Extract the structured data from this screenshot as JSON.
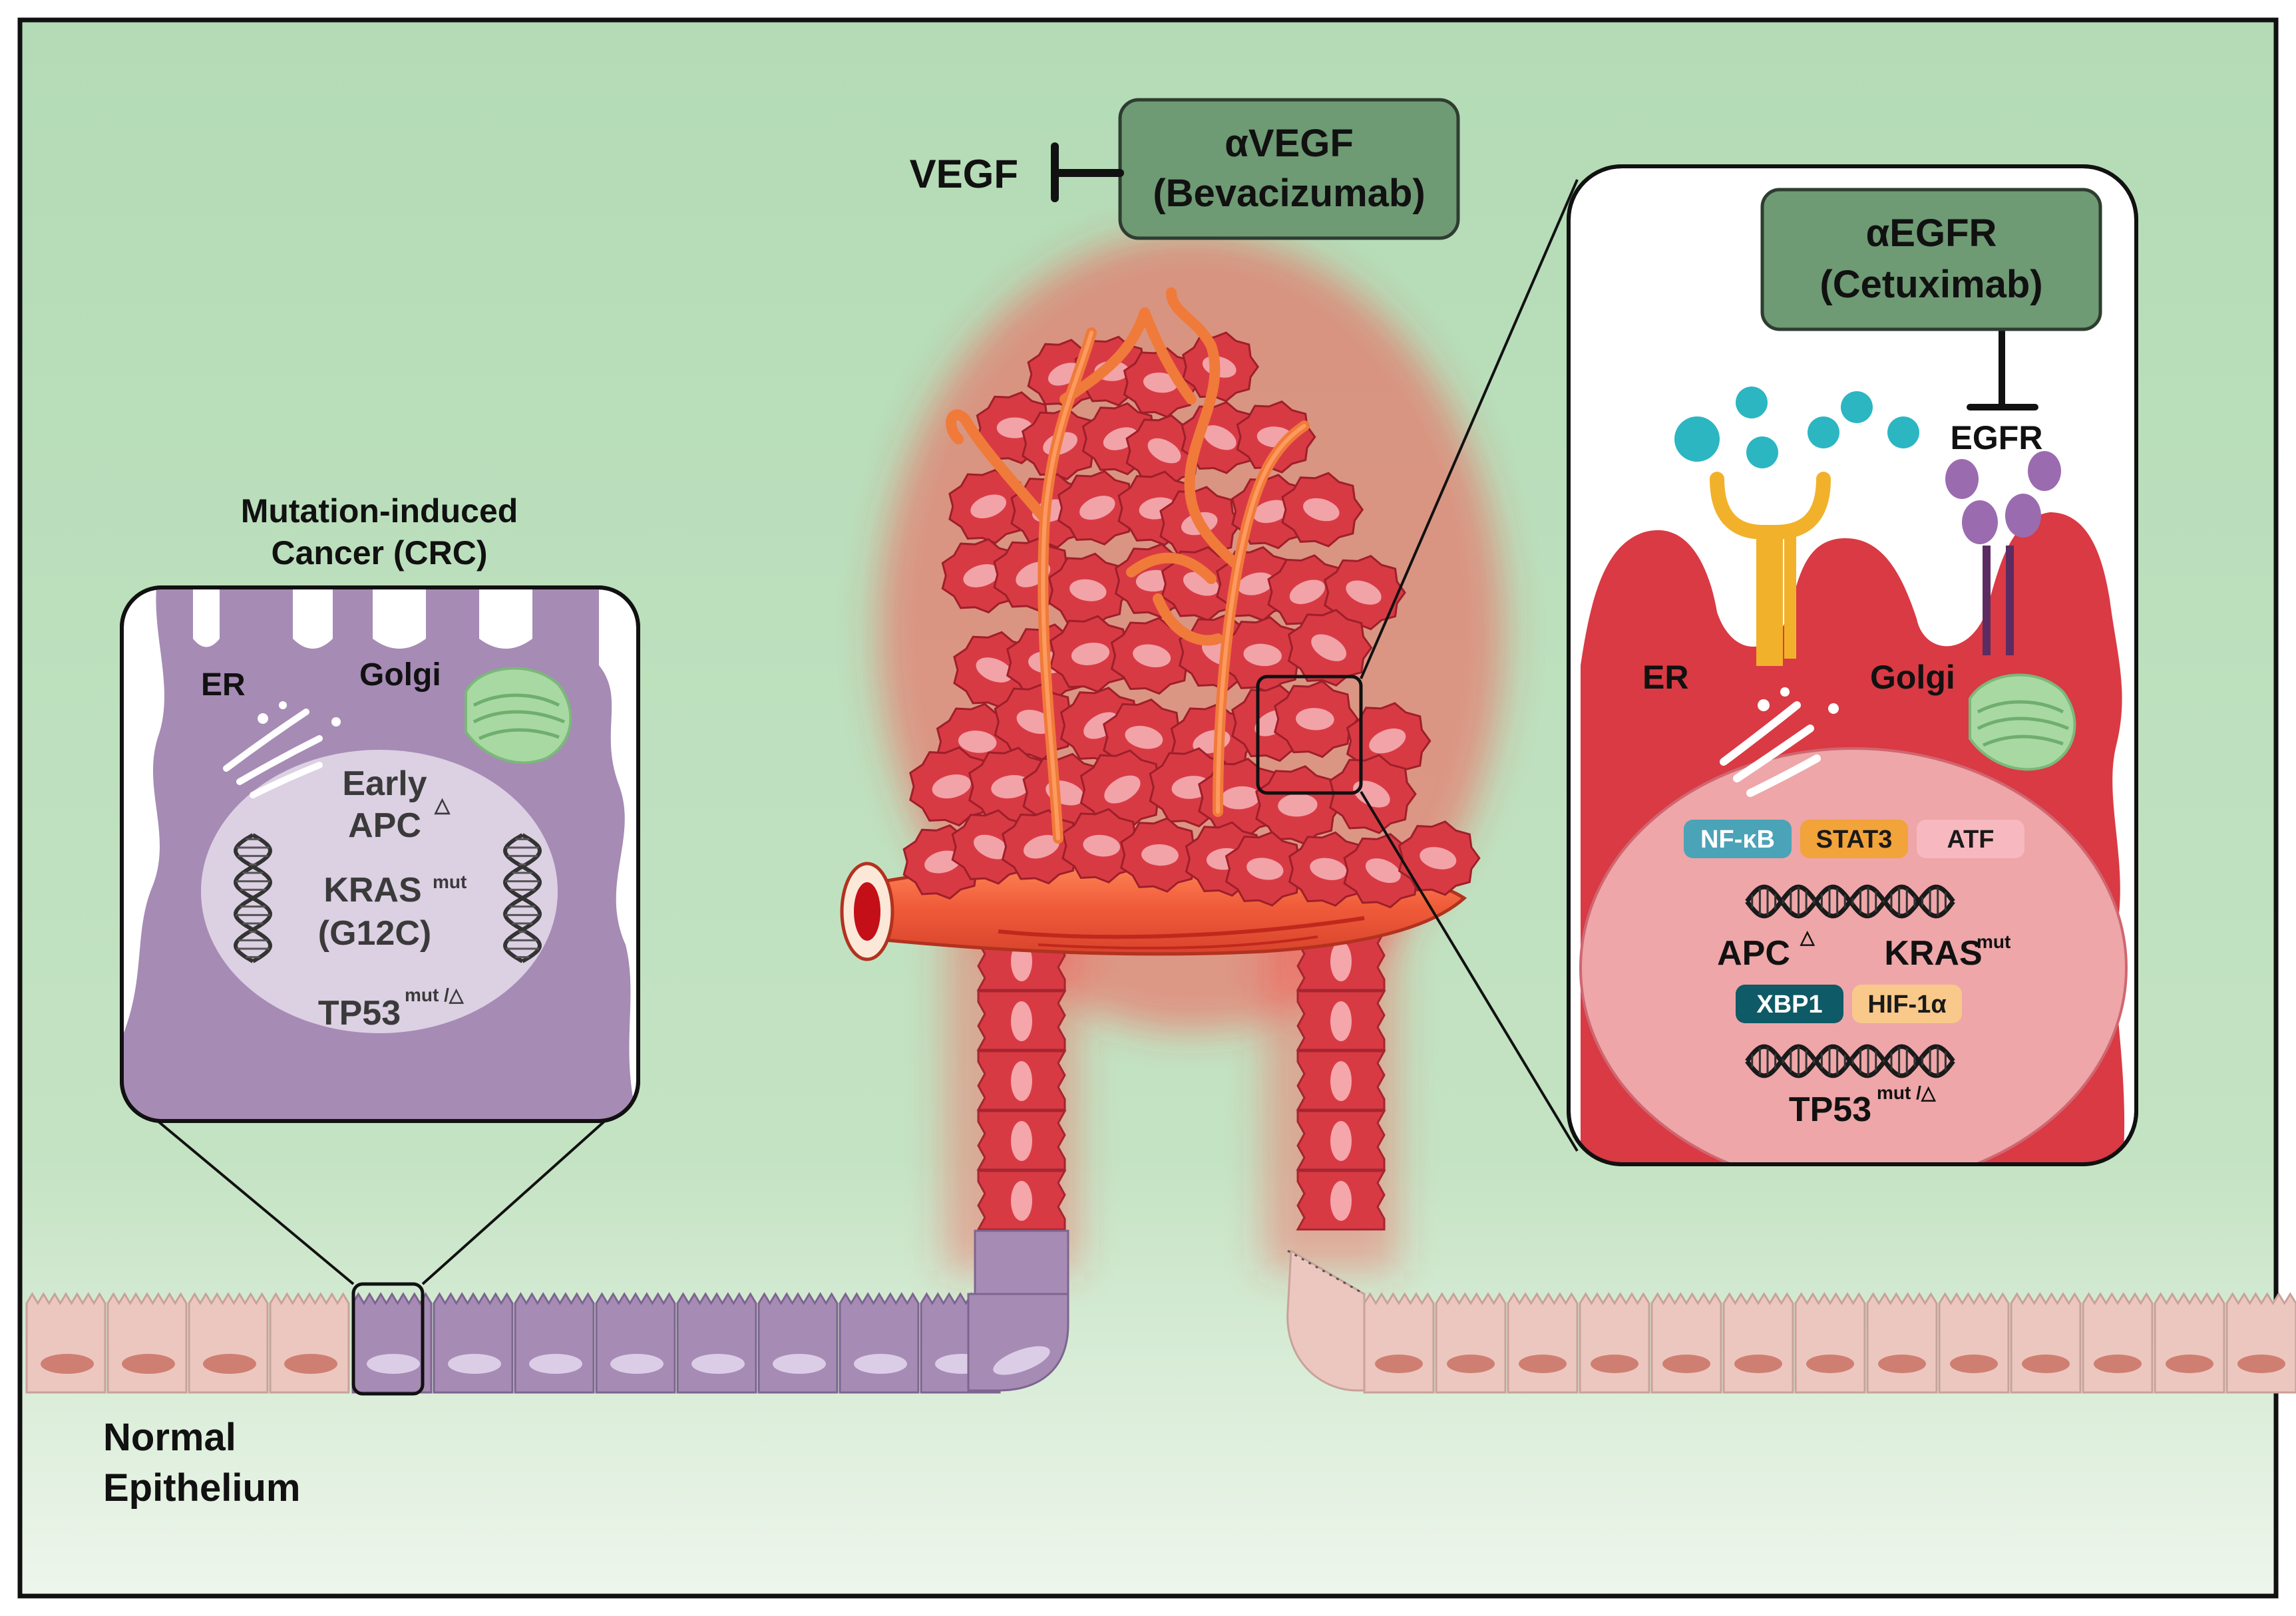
{
  "labels": {
    "normal_line1": "Normal",
    "normal_line2": "Epithelium",
    "crc_line1": "Mutation-induced",
    "crc_line2": "Cancer (CRC)",
    "vegf": "VEGF",
    "egfr": "EGFR"
  },
  "drugs": {
    "avegf_line1": "αVEGF",
    "avegf_line2": "(Bevacizumab)",
    "aegfr_line1": "αEGFR",
    "aegfr_line2": "(Cetuximab)"
  },
  "left_inset": {
    "er": "ER",
    "golgi": "Golgi",
    "early": "Early",
    "apc": "APC",
    "delta": "△",
    "kras": "KRAS",
    "mut": "mut",
    "g12c": "(G12C)",
    "tp53": "TP53",
    "tp53_sup": "mut /△"
  },
  "right_inset": {
    "er": "ER",
    "golgi": "Golgi",
    "apc": "APC",
    "delta": "△",
    "kras": "KRAS",
    "kras_sup": "mut",
    "tp53": "TP53",
    "tp53_sup": "mut /△",
    "tfs": [
      {
        "name": "NF-κB",
        "bg": "#4ba3b8",
        "fg": "#ffffff"
      },
      {
        "name": "STAT3",
        "bg": "#f2a33a",
        "fg": "#1a1a1a"
      },
      {
        "name": "ATF",
        "bg": "#f7b8c0",
        "fg": "#1a1a1a"
      },
      {
        "name": "XBP1",
        "bg": "#0e5a66",
        "fg": "#ffffff"
      },
      {
        "name": "HIF-1α",
        "bg": "#f8c98a",
        "fg": "#1a1a1a"
      }
    ]
  },
  "colors": {
    "background_top": "#b5dcb7",
    "background_bottom": "#e8f3e7",
    "drug_box": "#6e9a74",
    "tumor": "#d83a44",
    "mutant_cell": "#a68bb5",
    "normal_cell": "#ecc7bf"
  }
}
